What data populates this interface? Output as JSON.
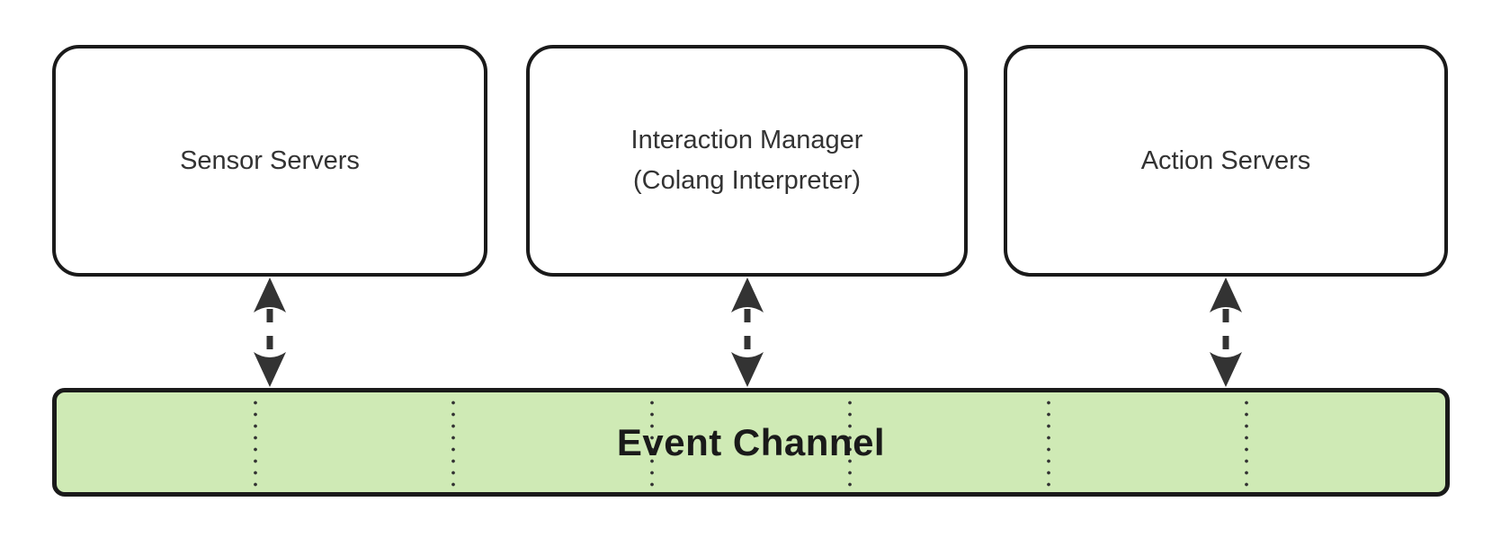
{
  "diagram": {
    "nodes": [
      {
        "label": "Sensor Servers"
      },
      {
        "label": "Interaction Manager\n(Colang Interpreter)"
      },
      {
        "label": "Action Servers"
      }
    ],
    "channel": {
      "label": "Event Channel",
      "lane_separators": 6
    },
    "connections": [
      {
        "from": "Sensor Servers",
        "to": "Event Channel",
        "type": "bidirectional-dashed-arrow"
      },
      {
        "from": "Interaction Manager (Colang Interpreter)",
        "to": "Event Channel",
        "type": "bidirectional-dashed-arrow"
      },
      {
        "from": "Action Servers",
        "to": "Event Channel",
        "type": "bidirectional-dashed-arrow"
      }
    ],
    "colors": {
      "background": "#ffffff",
      "node_fill": "#ffffff",
      "outline": "#1a1a1a",
      "arrow": "#333333",
      "node_text": "#333333",
      "channel_fill": "#cfeab5",
      "channel_text": "#1a1a1a"
    }
  }
}
